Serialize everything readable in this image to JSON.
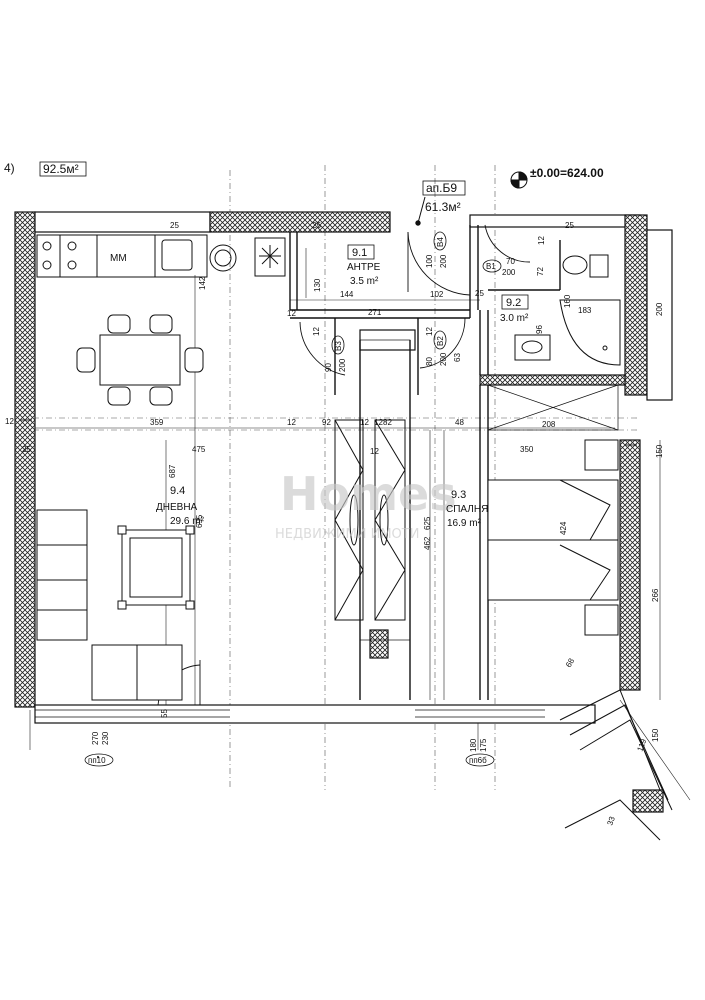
{
  "header": {
    "level_mark": "4)",
    "total_area": "92.5м²",
    "elevation": "±0.00=624.00",
    "apartment_label": "ап.Б9",
    "apartment_area": "61.3м²"
  },
  "rooms": [
    {
      "number": "9.1",
      "name": "АНТРЕ",
      "area": "3.5 m²"
    },
    {
      "number": "9.2",
      "name": "",
      "area": "3.0 m²"
    },
    {
      "number": "9.3",
      "name": "СПАЛНЯ",
      "area": "16.9 m²"
    },
    {
      "number": "9.4",
      "name": "ДНЕВНА",
      "area": "29.6 m²"
    }
  ],
  "doors": {
    "b1": {
      "tag": "B1",
      "width": "70",
      "height": "200"
    },
    "b2": {
      "tag": "B2",
      "width": "80",
      "height": "200"
    },
    "b3": {
      "tag": "B3",
      "width": "90",
      "height": "200"
    },
    "b4": {
      "tag": "B4",
      "width": "100",
      "height": "200"
    }
  },
  "appliance_label": "MM",
  "dimensions": {
    "d25a": "25",
    "d25b": "25",
    "d25c": "25",
    "d25d": "25",
    "d25e": "25",
    "d142": "142",
    "d130": "130",
    "d144": "144",
    "d102": "102",
    "d271": "271",
    "d12a": "12",
    "d12b": "12",
    "d12c": "12",
    "d12d": "12",
    "d12e": "12",
    "d12f": "12",
    "d12g": "12",
    "d12h": "12",
    "d12i": "12",
    "d72": "72",
    "d160": "160",
    "d183": "183",
    "d96": "96",
    "d63": "63",
    "d359": "359",
    "d92": "92",
    "d82": "82",
    "d48": "48",
    "d208": "208",
    "d350": "350",
    "d475": "475",
    "d200": "200",
    "d150a": "150",
    "d687": "687",
    "d695": "695",
    "d625": "625",
    "d462": "462",
    "d424": "424",
    "d266": "266",
    "d68": "68",
    "d119": "119",
    "d150b": "150",
    "d55": "55",
    "d270": "270",
    "d230": "230",
    "d180": "180",
    "d175": "175",
    "d33": "33"
  },
  "openings": {
    "left": "пп10",
    "right": "пп6б"
  },
  "watermark": {
    "main": "Homes",
    "sub": "НЕДВИЖИМИ ИМОТИ"
  }
}
